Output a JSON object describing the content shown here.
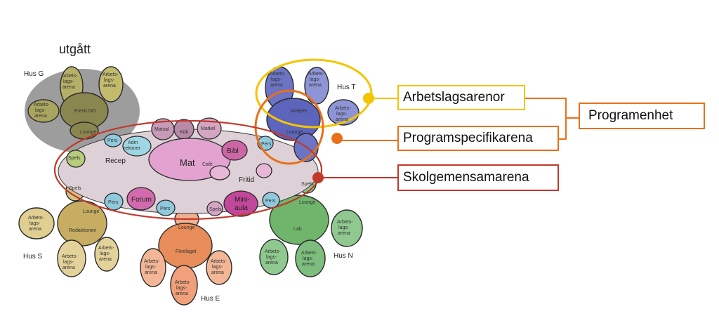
{
  "title": "utgått",
  "legend": {
    "arbetslagsarenor": "Arbetslagsarenor",
    "programspecifikarena": "Programspecifikarena",
    "skolgemensamarena": "Skolgemensamarena",
    "programenhet": "Programenhet"
  },
  "houses": {
    "hus_g": "Hus G",
    "hus_t": "Hus T",
    "hus_s": "Hus S",
    "hus_e": "Hus E",
    "hus_n": "Hus N"
  },
  "central": {
    "recep": "Recep",
    "mat": "Mat",
    "cafe": "Café",
    "bibl": "Bibl",
    "fritid": "Fritid",
    "forum": "Forum",
    "miniaula_1": "Mini-",
    "miniaula_2": "aula",
    "matsal": "Matsal",
    "kok": "Kök",
    "matkel": "Matkel",
    "adm_1": "Adm",
    "adm_2": "rektorer",
    "pers": "Pers",
    "spels": "Spels"
  },
  "rooms": {
    "arbets_1": "Arbets-",
    "arbets_2": "lags-",
    "arbets_3": "arena",
    "fresh_no": "Fresh NO",
    "lounge": "Lounge",
    "ateljeer": "Ateljéer",
    "redaktionen": "Redaktionen",
    "forelaget": "Förelaget",
    "lab": "Lab"
  },
  "colors": {
    "yellow": "#f5c400",
    "orange": "#e8701a",
    "red": "#c0392b",
    "grey_zone": "#8a8a8a"
  }
}
